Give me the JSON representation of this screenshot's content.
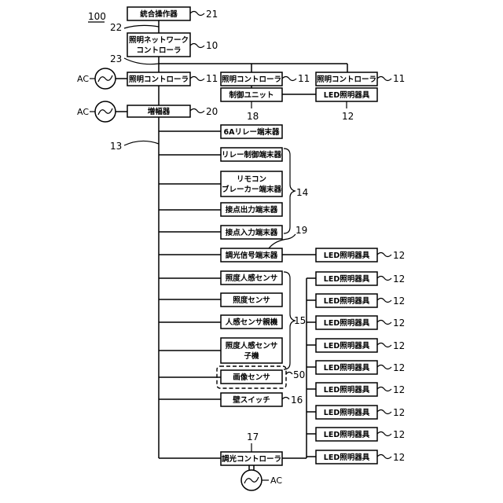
{
  "figure_ref": "100",
  "ac_label": "AC",
  "nodes": {
    "integrated_console": {
      "label": "統合操作器",
      "ref": "21"
    },
    "network_controller": {
      "label1": "照明ネットワーク",
      "label2": "コントローラ",
      "ref": "10"
    },
    "controller_main": {
      "label": "照明コントローラ",
      "ref": "11"
    },
    "controller_a": {
      "label": "照明コントローラ",
      "ref": "11"
    },
    "controller_b": {
      "label": "照明コントローラ",
      "ref": "11"
    },
    "control_unit": {
      "label": "制御ユニット",
      "ref": "18"
    },
    "led_unit": {
      "label": "LED照明器具",
      "ref": "12"
    },
    "amplifier": {
      "label": "増幅器",
      "ref": "20"
    },
    "relay_6a": {
      "label": "6Aリレー端末器"
    },
    "relay_control": {
      "label": "リレー制御端末器"
    },
    "remote_breaker": {
      "label1": "リモコン",
      "label2": "ブレーカー端末器"
    },
    "contact_out": {
      "label": "接点出力端末器"
    },
    "contact_in": {
      "label": "接点入力端末器"
    },
    "dimming_terminal": {
      "label": "調光信号端末器",
      "ref": "19"
    },
    "illum_motion_sensor": {
      "label": "照度人感センサ"
    },
    "illum_sensor": {
      "label": "照度センサ"
    },
    "motion_master": {
      "label": "人感センサ親機"
    },
    "illum_motion_child": {
      "label1": "照度人感センサ",
      "label2": "子機"
    },
    "image_sensor": {
      "label": "画像センサ",
      "ref": "50"
    },
    "wall_switch": {
      "label": "壁スイッチ",
      "ref": "16"
    },
    "dimming_controller": {
      "label": "調光コントローラ",
      "ref": "17"
    }
  },
  "refs": {
    "line_22": "22",
    "line_23": "23",
    "line_13": "13",
    "group_14": "14",
    "group_15": "15"
  },
  "led_fixture_label": "LED照明器具",
  "led_fixture_ref": "12",
  "led_fixtures": [
    "LED照明器具",
    "LED照明器具",
    "LED照明器具",
    "LED照明器具",
    "LED照明器具",
    "LED照明器具",
    "LED照明器具",
    "LED照明器具",
    "LED照明器具",
    "LED照明器具"
  ]
}
